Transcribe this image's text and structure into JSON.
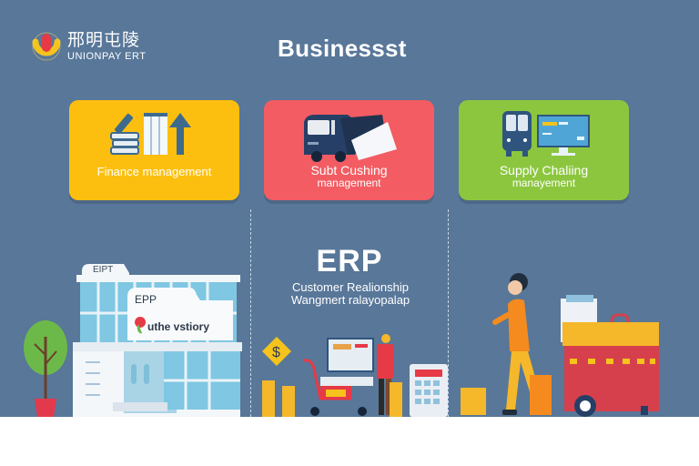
{
  "header": {
    "logo_cn": "邢明屯陵",
    "logo_en": "UNIONPAY ERT",
    "logo_colors": {
      "ring": "#f5c31c",
      "stem": "#e63a46"
    },
    "title": "Businessst"
  },
  "cards": [
    {
      "label": "Finance management",
      "color": "#fdbf0f",
      "icon": "books-ledger-arrow-icon"
    },
    {
      "label_line1": "Subt Cushing",
      "label_line2": "management",
      "color": "#f25c62",
      "icon": "delivery-truck-icon"
    },
    {
      "label_line1": "Supply Chaliing",
      "label_line2": "manayement",
      "color": "#8cc63f",
      "icon": "bus-monitor-icon"
    }
  ],
  "center": {
    "title": "ERP",
    "subtitle_line1": "Customer Realionship",
    "subtitle_line2": "Wangmert ralayopalap"
  },
  "building": {
    "roof_sign": "EIPT",
    "sign_title": "EPP",
    "sign_brand": "uthe vstiory"
  },
  "colors": {
    "background": "#587799",
    "footer": "#ffffff",
    "divider": "#c6d5e6"
  }
}
